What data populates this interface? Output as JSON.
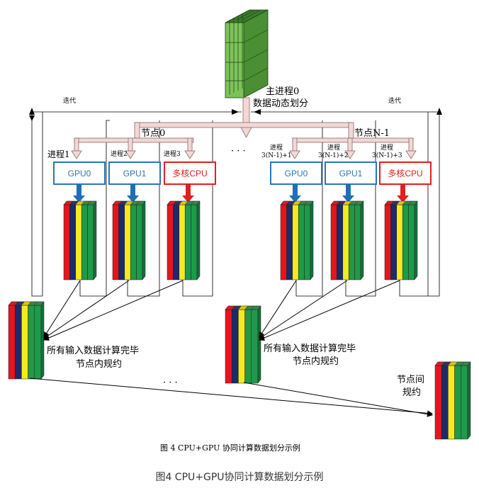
{
  "main_process": {
    "line1": "主进程0",
    "line2": "数据动态划分"
  },
  "iterate_left": "迭代",
  "iterate_right": "迭代",
  "node0": "节点0",
  "nodeN1": "节点N-1",
  "dots": "· · ·",
  "bottom_dots": "· · ·",
  "node0_procs": [
    "进程1",
    "进程2",
    "进程3"
  ],
  "nodeN_procs": [
    {
      "l1": "进程",
      "l2": "3(N-1)+1"
    },
    {
      "l1": "进程",
      "l2": "3(N-1)+2"
    },
    {
      "l1": "进程",
      "l2": "3(N-1)+3"
    }
  ],
  "devices": [
    "GPU0",
    "GPU1",
    "多核CPU"
  ],
  "reduce_text": {
    "line1": "所有输入数据计算完毕",
    "line2": "节点内规约"
  },
  "inter_node": {
    "line1": "节点间",
    "line2": "规约"
  },
  "fig_caption": "图 4 CPU+GPU 协同计算数据划分示例",
  "caption": "图4 CPU+GPU协同计算数据划分示例",
  "colors": {
    "gpu_border": "#2e75b6",
    "cpu_border": "#e02020",
    "gpu_arrow": "#1f6fb5",
    "cpu_arrow": "#e02020",
    "pipe_fill": "#f2d7d5",
    "pipe_stroke": "#8b6b6b",
    "stripes": [
      "#e8141b",
      "#1b2b6b",
      "#f6ea1e",
      "#1e9a4a"
    ],
    "green_block": "#6dbb4a"
  }
}
